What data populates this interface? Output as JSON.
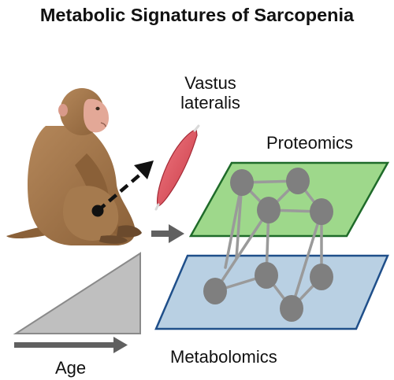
{
  "title": "Metabolic Signatures of Sarcopenia",
  "labels": {
    "vastus_line1": "Vastus",
    "vastus_line2": "lateralis",
    "proteomics": "Proteomics",
    "metabolomics": "Metabolomics",
    "age": "Age"
  },
  "colors": {
    "proteomics_plane_fill": "#9ed88b",
    "proteomics_plane_stroke": "#1f6b2a",
    "metabolomics_plane_fill": "#b9d0e3",
    "metabolomics_plane_stroke": "#1f4f8a",
    "network_node": "#7f7f7f",
    "network_edge": "#9a9a9a",
    "age_triangle": "#bfbfbf",
    "muscle": "#e4545f",
    "monkey_fur": "#9b7046",
    "arrow": "#606060"
  },
  "icons": [
    "monkey-illustration",
    "muscle-icon",
    "dashed-arrow-icon",
    "right-arrow-icon",
    "age-triangle-icon"
  ]
}
